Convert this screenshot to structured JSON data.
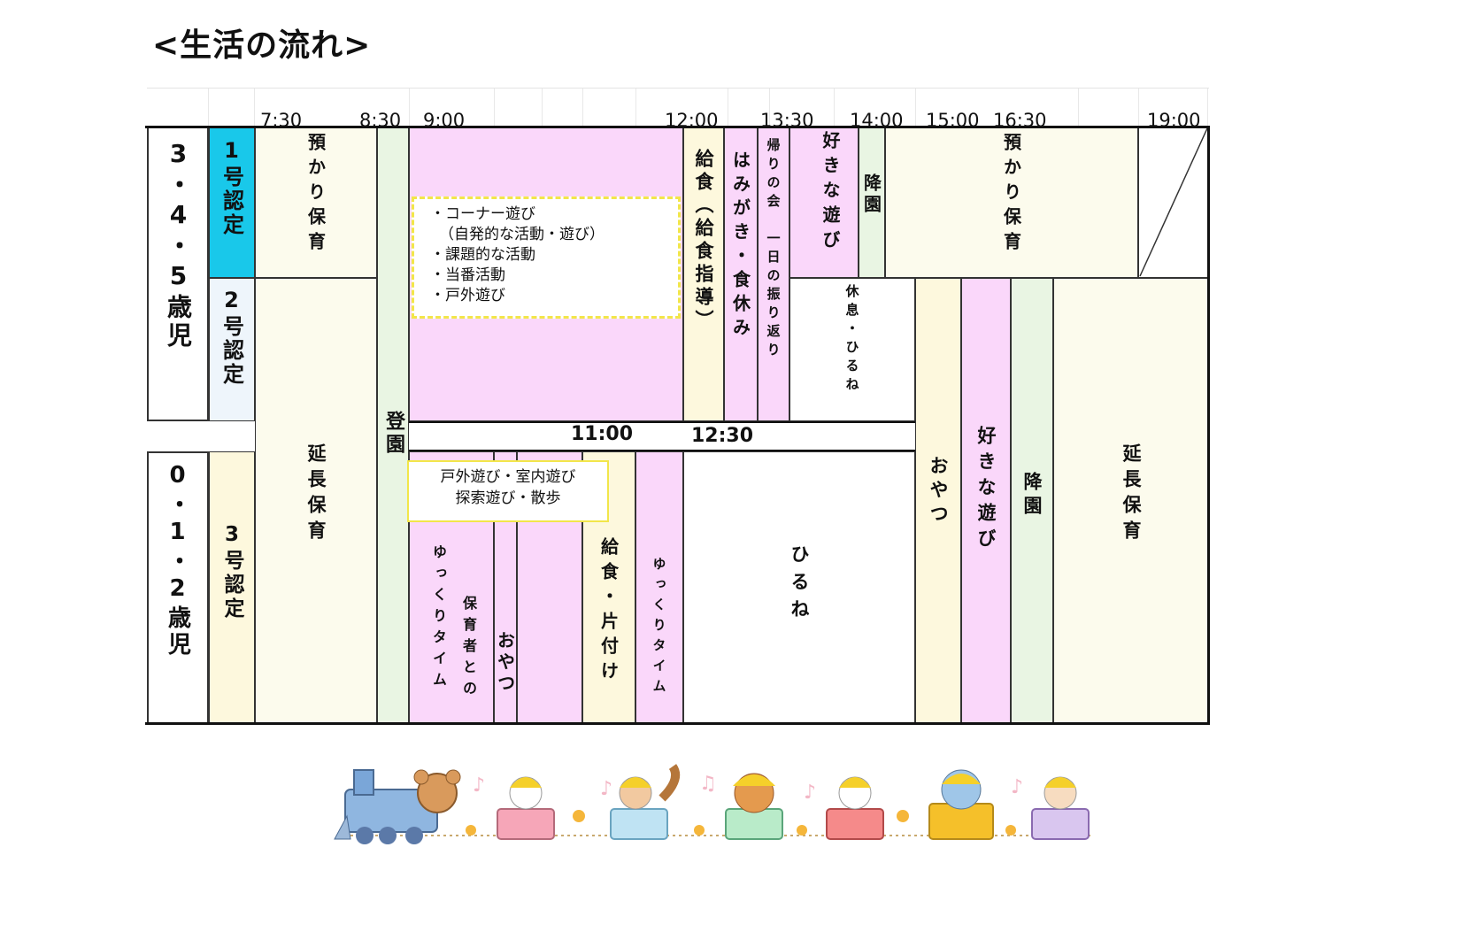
{
  "title": "<生活の流れ>",
  "times_top": [
    "7:30",
    "8:30",
    "9:00",
    "12:00",
    "13:30",
    "14:00",
    "15:00",
    "16:30",
    "19:00"
  ],
  "times_mid": [
    "11:00",
    "12:30"
  ],
  "age_groups": {
    "older": "3・4・5歳児",
    "younger": "0・1・2歳児"
  },
  "certifications": {
    "c1": "1号認定",
    "c2": "2号認定",
    "c3": "3号認定"
  },
  "older_row": {
    "azukari_morning": "預かり保育",
    "encho_morning": "延長保育",
    "toen": "登園",
    "activities": [
      "・コーナー遊び",
      "（自発的な活動・遊び）",
      "・課題的な活動",
      "・当番活動",
      "・戸外遊び"
    ],
    "kyushoku": "給食（給食指導）",
    "hamigaki": "はみがき・食休み",
    "kaeri": "帰りの会　一日の振り返り",
    "suki_asobi_1": "好きな遊び",
    "koen_1": "降園",
    "azukari_afternoon": "預かり保育",
    "kyusoku": "休息・ひるね",
    "oyatsu": "おやつ",
    "suki_asobi_2": "好きな遊び",
    "koen_2": "降園",
    "encho_evening": "延長保育"
  },
  "younger_row": {
    "play": [
      "戸外遊び・室内遊び",
      "探索遊び・散歩"
    ],
    "yukkuri_1": "ゆっくりタイム",
    "hoikusha": "保育者との",
    "oyatsu_1": "おやつ",
    "kyushoku": "給食・片付け",
    "yukkuri_2": "ゆっくりタイム",
    "hirune": "ひるね"
  }
}
